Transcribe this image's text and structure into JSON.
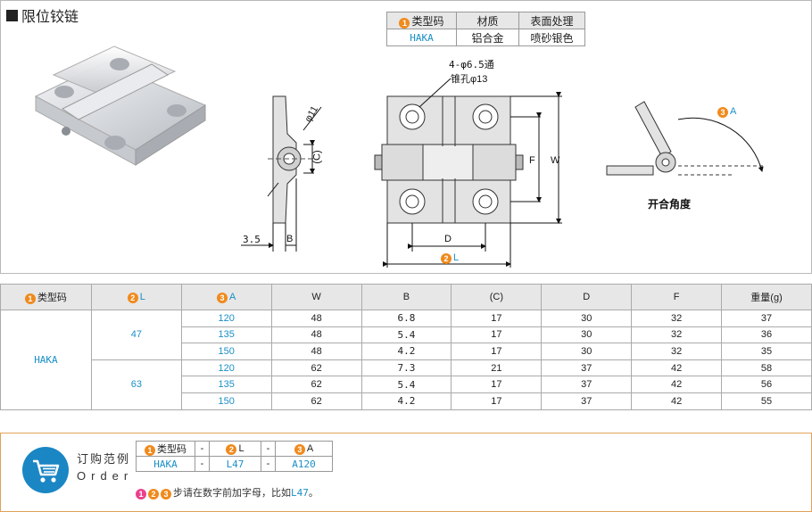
{
  "title": "限位铰链",
  "spec_table": {
    "headers": [
      "类型码",
      "材质",
      "表面处理"
    ],
    "header_badge": "1",
    "row": [
      "HAKA",
      "铝合金",
      "喷砂银色"
    ]
  },
  "drawing": {
    "hole_note_line1": "4-φ6.5通",
    "hole_note_line2": "锥孔φ13",
    "dim_phi11": "φ11",
    "dim_C": "(C)",
    "dim_3_5": "3.5",
    "dim_B": "B",
    "dim_D": "D",
    "dim_L": "L",
    "dim_L_badge": "2",
    "dim_F": "F",
    "dim_W": "W",
    "dim_A": "A",
    "dim_A_badge": "3",
    "opening_angle_label": "开合角度"
  },
  "main_table": {
    "headers": [
      {
        "badge": "1",
        "text": "类型码"
      },
      {
        "badge": "2",
        "text": "L"
      },
      {
        "badge": "3",
        "text": "A"
      },
      {
        "badge": "",
        "text": "W"
      },
      {
        "badge": "",
        "text": "B"
      },
      {
        "badge": "",
        "text": "(C)"
      },
      {
        "badge": "",
        "text": "D"
      },
      {
        "badge": "",
        "text": "F"
      },
      {
        "badge": "",
        "text": "重量(g)"
      }
    ],
    "type_code": "HAKA",
    "groups": [
      {
        "L": "47",
        "rows": [
          [
            "120",
            "48",
            "6.8",
            "17",
            "30",
            "32",
            "37"
          ],
          [
            "135",
            "48",
            "5.4",
            "17",
            "30",
            "32",
            "36"
          ],
          [
            "150",
            "48",
            "4.2",
            "17",
            "30",
            "32",
            "35"
          ]
        ]
      },
      {
        "L": "63",
        "rows": [
          [
            "120",
            "62",
            "7.3",
            "21",
            "37",
            "42",
            "58"
          ],
          [
            "135",
            "62",
            "5.4",
            "17",
            "37",
            "42",
            "56"
          ],
          [
            "150",
            "62",
            "4.2",
            "17",
            "37",
            "42",
            "55"
          ]
        ]
      }
    ]
  },
  "order": {
    "label_cn": "订购范例",
    "label_en": "Order",
    "table_headers": [
      {
        "badge": "1",
        "text": "类型码"
      },
      {
        "badge": "",
        "text": "-"
      },
      {
        "badge": "2",
        "text": "L"
      },
      {
        "badge": "",
        "text": "-"
      },
      {
        "badge": "3",
        "text": "A"
      }
    ],
    "table_values": [
      "HAKA",
      "-",
      "L47",
      "-",
      "A120"
    ],
    "note_badges": [
      "1",
      "2",
      "3"
    ],
    "note_text": "步请在数字前加字母，比如",
    "note_example": "L47",
    "note_end": "。"
  },
  "colors": {
    "accent_orange": "#f08a1c",
    "accent_blue": "#1a8fc7",
    "header_gray": "#e7e7e7",
    "cart_blue": "#1b86c4"
  }
}
